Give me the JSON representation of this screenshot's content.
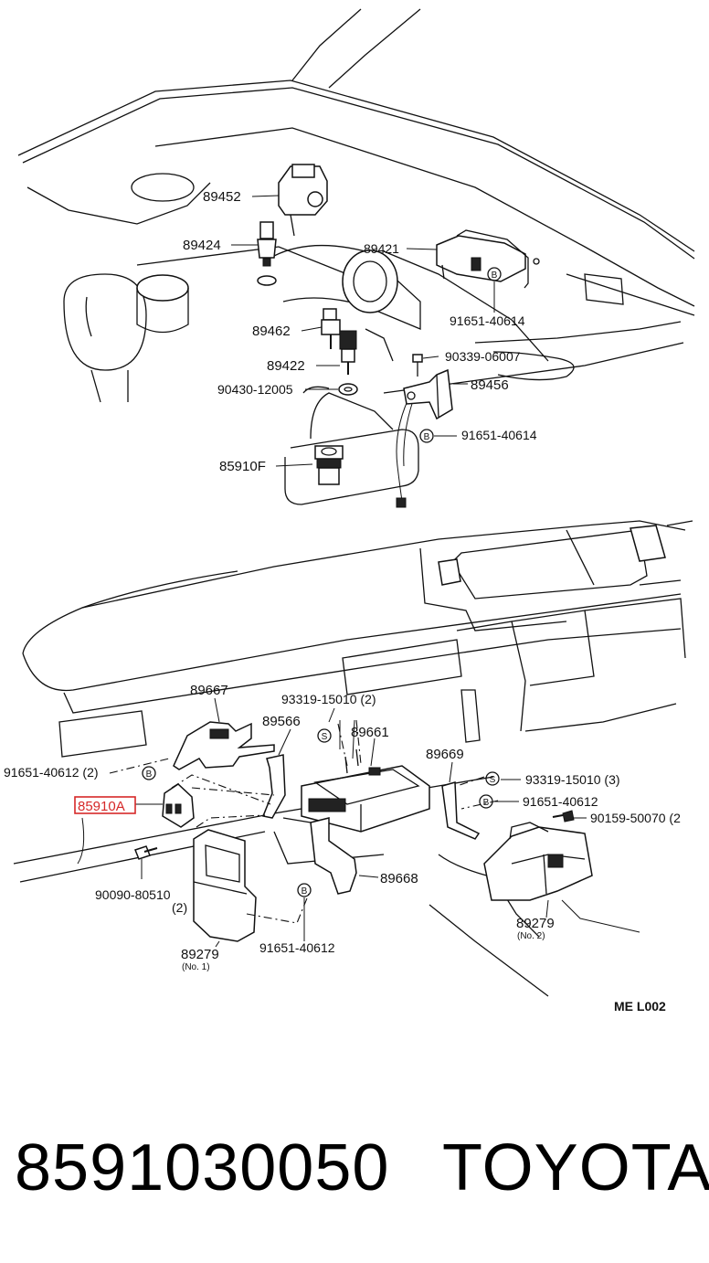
{
  "labels": {
    "l89452": "89452",
    "l89424": "89424",
    "l89421": "89421",
    "l91651_40614_top": "91651-40614",
    "l89462": "89462",
    "l89422": "89422",
    "l90339_06007": "90339-06007",
    "l89456": "89456",
    "l90430_12005": "90430-12005",
    "l91651_40614_mid": "91651-40614",
    "l85910F": "85910F",
    "l89667": "89667",
    "l93319_15010_2": "93319-15010 (2)",
    "l89566": "89566",
    "l89661": "89661",
    "l89669": "89669",
    "l91651_40612_2": "91651-40612 (2)",
    "l85910A": "85910A",
    "l93319_15010_3": "93319-15010 (3)",
    "l91651_40612_right": "91651-40612",
    "l90159_50070": "90159-50070 (2",
    "l90090_80510": "90090-80510",
    "l90090_qty": "(2)",
    "l89668": "89668",
    "l89279_no2": "89279",
    "l89279_no2_sub": "(No. 2)",
    "l91651_40612_bottom": "91651-40612",
    "l89279_no1": "89279",
    "l89279_no1_sub": "(No. 1)",
    "diagram_code": "ME L002"
  },
  "markers": {
    "b": "B",
    "s": "S"
  },
  "highlight_color": "#d62828",
  "footer": {
    "part_number": "8591030050",
    "brand": "TOYOTA"
  }
}
